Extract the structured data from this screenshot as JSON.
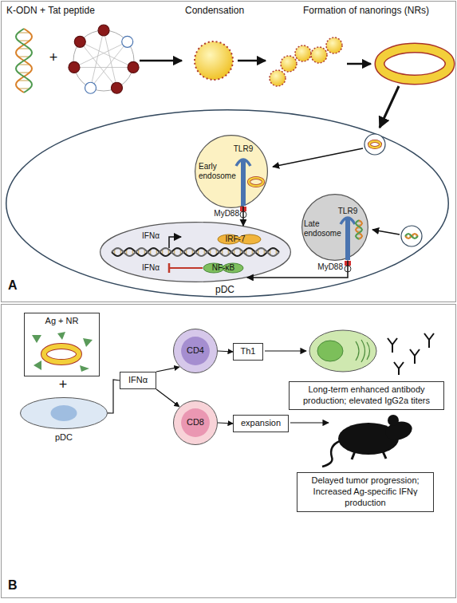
{
  "diagram": {
    "nodes": [
      {
        "text": [
          "pDC"
        ]
      },
      {
        "text": [
          "TLR9",
          "Early endosome"
        ],
        "in": 0
      },
      {
        "text": [
          "IRF-7",
          "IFNα",
          "IFNα",
          "NF-κB"
        ],
        "in": 0
      },
      {
        "text": [
          "TLR9",
          "Late endosome"
        ],
        "in": 0
      },
      {
        "text": [
          "Ag + NR"
        ]
      },
      {
        "text": [
          "pDC"
        ]
      },
      {
        "text": [
          "IFNα"
        ]
      },
      {
        "text": [
          "CD4"
        ]
      },
      {
        "text": [
          "CD8"
        ]
      },
      {
        "text": [
          "Th1"
        ]
      },
      {
        "text": [
          "expansion"
        ]
      },
      {
        "text": [
          "Long-term enhanced antibody production; elevated IgG2a titers"
        ]
      },
      {
        "text": [
          "Delayed tumor progression; Increased Ag-specific IFNγ production"
        ]
      }
    ],
    "edges": [
      {
        "from": 1,
        "to": 2,
        "arrow": "to"
      },
      {
        "from": 3,
        "to": 2,
        "arrow": "to"
      },
      {
        "from": 5,
        "to": 6,
        "arrow": "none"
      },
      {
        "from": 6,
        "to": 7,
        "arrow": "to"
      },
      {
        "from": 6,
        "to": 8,
        "arrow": "to"
      },
      {
        "from": 7,
        "to": 9,
        "arrow": "to"
      },
      {
        "from": 8,
        "to": 10,
        "arrow": "to"
      }
    ],
    "labels": [
      "K-ODN + Tat peptide",
      "+",
      "Condensation",
      "Formation of nanorings (NRs)",
      "MyD88",
      "MyD88",
      "A",
      "+",
      "B"
    ]
  }
}
